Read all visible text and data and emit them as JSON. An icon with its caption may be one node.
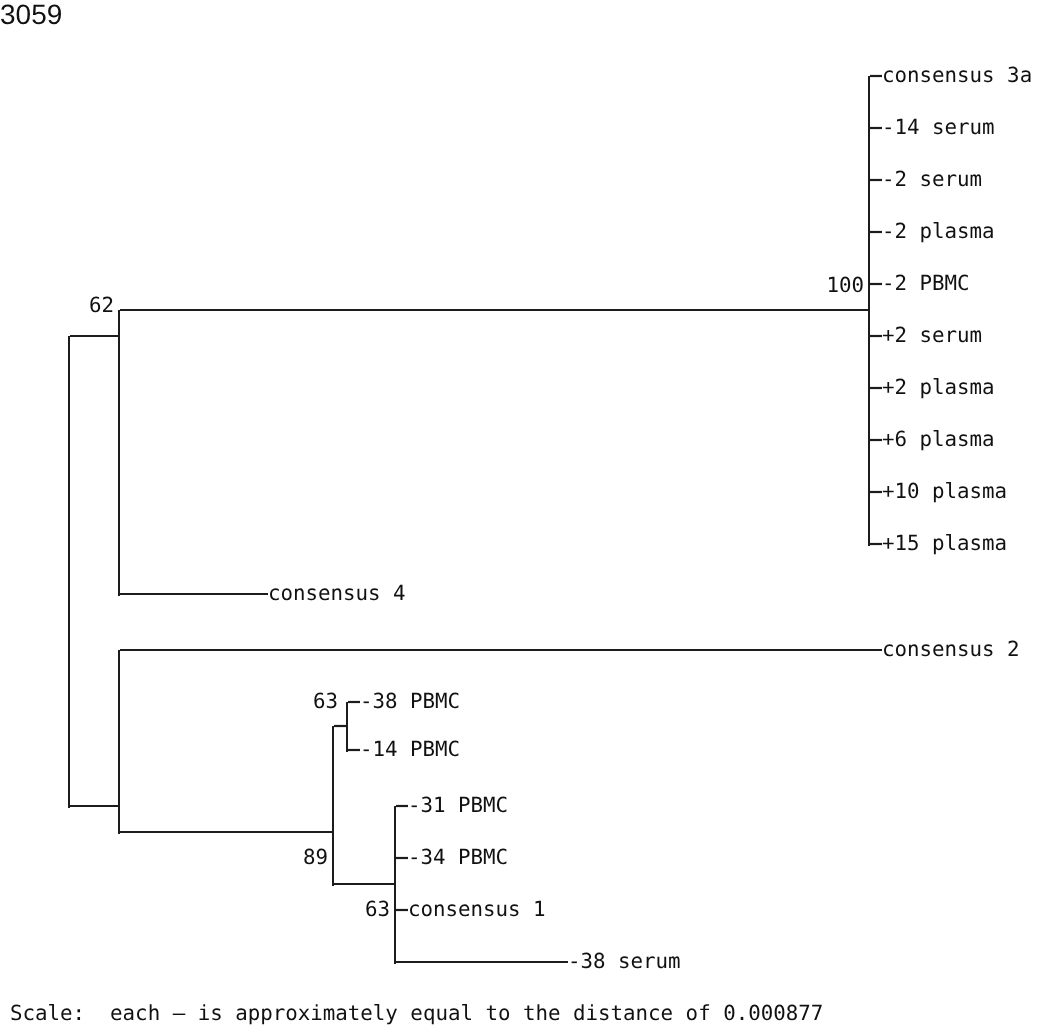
{
  "diagram": {
    "nodes": [
      {
        "text": [],
        "shape": "bar"
      },
      {
        "text": [],
        "shape": "bar",
        "beside": [
          "62"
        ]
      },
      {
        "text": [],
        "shape": "bar",
        "beside": [
          "100"
        ]
      },
      {
        "text": [
          "consensus 3a"
        ]
      },
      {
        "text": [
          "-14 serum"
        ]
      },
      {
        "text": [
          "-2 serum"
        ]
      },
      {
        "text": [
          "-2 plasma"
        ]
      },
      {
        "text": [
          "-2 PBMC"
        ]
      },
      {
        "text": [
          "+2 serum"
        ]
      },
      {
        "text": [
          "+2 plasma"
        ]
      },
      {
        "text": [
          "+6 plasma"
        ]
      },
      {
        "text": [
          "+10 plasma"
        ]
      },
      {
        "text": [
          "+15 plasma"
        ]
      },
      {
        "text": [
          "consensus 4"
        ]
      },
      {
        "text": [],
        "shape": "bar"
      },
      {
        "text": [
          "consensus 2"
        ]
      },
      {
        "text": [],
        "shape": "bar",
        "beside": [
          "89"
        ]
      },
      {
        "text": [],
        "shape": "bar",
        "beside": [
          "63"
        ]
      },
      {
        "text": [
          "-38 PBMC"
        ]
      },
      {
        "text": [
          "-14 PBMC"
        ]
      },
      {
        "text": [],
        "shape": "bar",
        "beside": [
          "63"
        ]
      },
      {
        "text": [
          "-31 PBMC"
        ]
      },
      {
        "text": [
          "-34 PBMC"
        ]
      },
      {
        "text": [
          "consensus 1"
        ]
      },
      {
        "text": [
          "-38 serum"
        ]
      }
    ],
    "edges": [
      {
        "from": 0,
        "to": 1,
        "arrow": "none"
      },
      {
        "from": 1,
        "to": 2,
        "arrow": "none"
      },
      {
        "from": 2,
        "to": 3,
        "arrow": "none"
      },
      {
        "from": 2,
        "to": 4,
        "arrow": "none"
      },
      {
        "from": 2,
        "to": 5,
        "arrow": "none"
      },
      {
        "from": 2,
        "to": 6,
        "arrow": "none"
      },
      {
        "from": 2,
        "to": 7,
        "arrow": "none"
      },
      {
        "from": 2,
        "to": 8,
        "arrow": "none"
      },
      {
        "from": 2,
        "to": 9,
        "arrow": "none"
      },
      {
        "from": 2,
        "to": 10,
        "arrow": "none"
      },
      {
        "from": 2,
        "to": 11,
        "arrow": "none"
      },
      {
        "from": 2,
        "to": 12,
        "arrow": "none"
      },
      {
        "from": 1,
        "to": 13,
        "arrow": "none"
      },
      {
        "from": 0,
        "to": 14,
        "arrow": "none"
      },
      {
        "from": 14,
        "to": 15,
        "arrow": "none"
      },
      {
        "from": 14,
        "to": 16,
        "arrow": "none"
      },
      {
        "from": 16,
        "to": 17,
        "arrow": "none"
      },
      {
        "from": 17,
        "to": 18,
        "arrow": "none"
      },
      {
        "from": 17,
        "to": 19,
        "arrow": "none"
      },
      {
        "from": 16,
        "to": 20,
        "arrow": "none"
      },
      {
        "from": 20,
        "to": 21,
        "arrow": "none"
      },
      {
        "from": 20,
        "to": 22,
        "arrow": "none"
      },
      {
        "from": 20,
        "to": 23,
        "arrow": "none"
      },
      {
        "from": 20,
        "to": 24,
        "arrow": "none"
      }
    ],
    "labels": [
      "3059",
      "Scale:  each – is approximately equal to the distance of 0.000877"
    ]
  }
}
